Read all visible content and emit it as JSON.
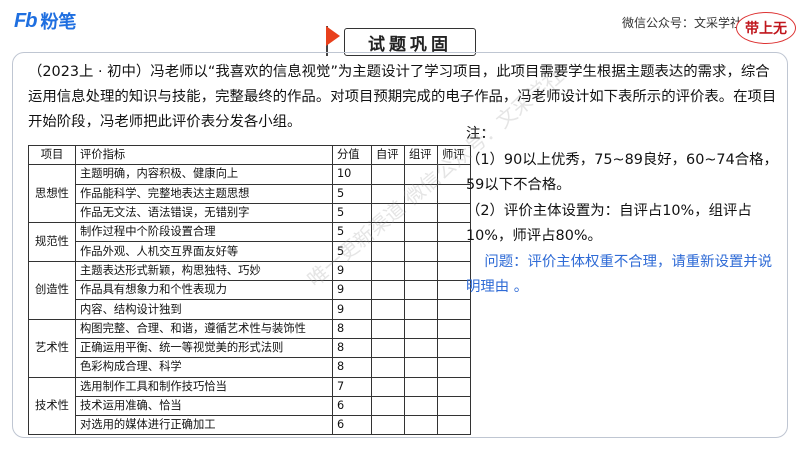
{
  "header": {
    "logo_mark": "Fb",
    "logo_text": "粉笔",
    "wechat": "微信公众号：文采学社",
    "seal": "带上无"
  },
  "title": "试题巩固",
  "intro": "（2023上 · 初中）冯老师以“我喜欢的信息视觉”为主题设计了学习项目，此项目需要学生根据主题表达的需求，综合运用信息处理的知识与技能，完整最终的作品。对项目预期完成的电子作品，冯老师设计如下表所示的评价表。在项目开始阶段，冯老师把此评价表分发各小组。",
  "table": {
    "headers": [
      "项目",
      "评价指标",
      "分值",
      "自评",
      "组评",
      "师评"
    ],
    "groups": [
      {
        "project": "思想性",
        "rows": [
          {
            "indicator": "主题明确，内容积极、健康向上",
            "score": "10"
          },
          {
            "indicator": "作品能科学、完整地表达主题思想",
            "score": "5"
          },
          {
            "indicator": "作品无文法、语法错误，无错别字",
            "score": "5"
          }
        ]
      },
      {
        "project": "规范性",
        "rows": [
          {
            "indicator": "制作过程中个阶段设置合理",
            "score": "5"
          },
          {
            "indicator": "作品外观、人机交互界面友好等",
            "score": "5"
          }
        ]
      },
      {
        "project": "创造性",
        "rows": [
          {
            "indicator": "主题表达形式新颖，构思独特、巧妙",
            "score": "9"
          },
          {
            "indicator": "作品具有想象力和个性表现力",
            "score": "9"
          },
          {
            "indicator": "内容、结构设计独到",
            "score": "9"
          }
        ]
      },
      {
        "project": "艺术性",
        "rows": [
          {
            "indicator": "构图完整、合理、和谐，遵循艺术性与装饰性",
            "score": "8"
          },
          {
            "indicator": "正确运用平衡、统一等视觉美的形式法则",
            "score": "8"
          },
          {
            "indicator": "色彩构成合理、科学",
            "score": "8"
          }
        ]
      },
      {
        "project": "技术性",
        "rows": [
          {
            "indicator": "选用制作工具和制作技巧恰当",
            "score": "7"
          },
          {
            "indicator": "技术运用准确、恰当",
            "score": "6"
          },
          {
            "indicator": "对选用的媒体进行正确加工",
            "score": "6"
          }
        ]
      }
    ]
  },
  "notes": {
    "label": "注：",
    "note1": "（1）90以上优秀，75~89良好，60~74合格，59以下不合格。",
    "note2": "（2）评价主体设置为：自评占10%，组评占10%，师评占80%。",
    "question": "问题：评价主体权重不合理，请重新设置并说明理由 。"
  },
  "watermark": "唯一更新渠道 微信公众号：文采学社"
}
